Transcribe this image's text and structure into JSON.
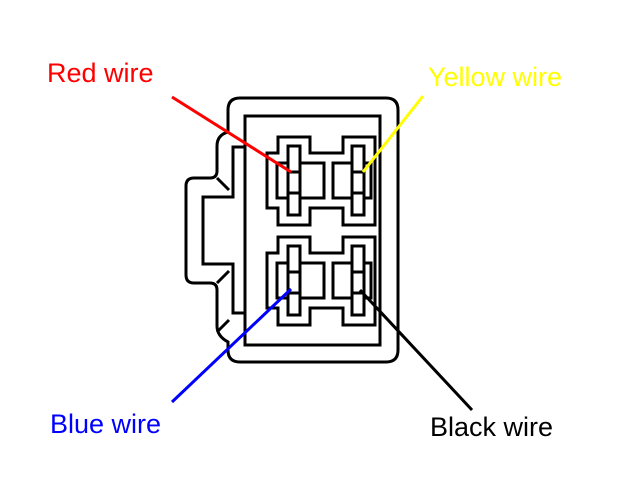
{
  "labels": {
    "red": "Red wire",
    "yellow": "Yellow wire",
    "blue": "Blue wire",
    "black": "Black wire"
  },
  "colors": {
    "red": "#ff0000",
    "yellow": "#ffff00",
    "blue": "#0000ff",
    "black": "#000000"
  }
}
